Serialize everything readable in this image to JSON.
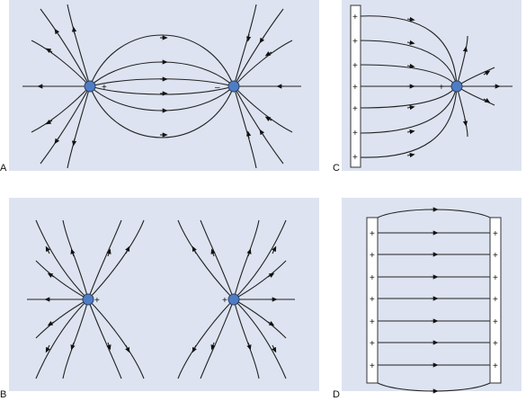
{
  "panels": [
    {
      "id": "A",
      "label": "A",
      "charges": [
        "+",
        "–"
      ]
    },
    {
      "id": "B",
      "label": "B",
      "charges": [
        "+",
        "+"
      ]
    },
    {
      "id": "C",
      "label": "C",
      "plate_signs": [
        "+",
        "+",
        "+",
        "+",
        "+",
        "+",
        "+"
      ],
      "charge": "+"
    },
    {
      "id": "D",
      "label": "D",
      "left_plate_signs": [
        "+",
        "+",
        "+",
        "+",
        "+",
        "+",
        "+",
        "+"
      ],
      "right_plate_signs": [
        "+",
        "+",
        "+",
        "+",
        "+",
        "+",
        "+",
        "+"
      ]
    }
  ],
  "colors": {
    "background": "#dde3f0",
    "charge": "#4f7dc4",
    "line": "#222222"
  },
  "icons": [
    "field-line-arrow-icon"
  ]
}
